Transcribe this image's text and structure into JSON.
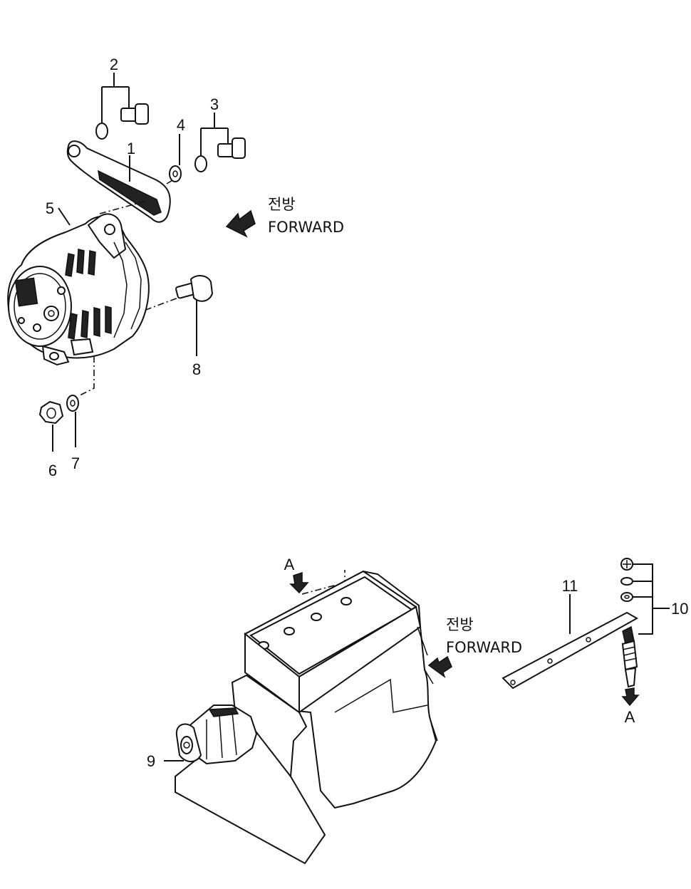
{
  "callouts": {
    "c1": "1",
    "c2": "2",
    "c3": "3",
    "c4": "4",
    "c5": "5",
    "c6": "6",
    "c7": "7",
    "c8": "8",
    "c9": "9",
    "c10": "10",
    "c11": "11"
  },
  "view_marker": {
    "top": "A",
    "bottom": "A"
  },
  "forward_top": {
    "korean": "전방",
    "english": "FORWARD"
  },
  "forward_bottom": {
    "korean": "전방",
    "english": "FORWARD"
  }
}
